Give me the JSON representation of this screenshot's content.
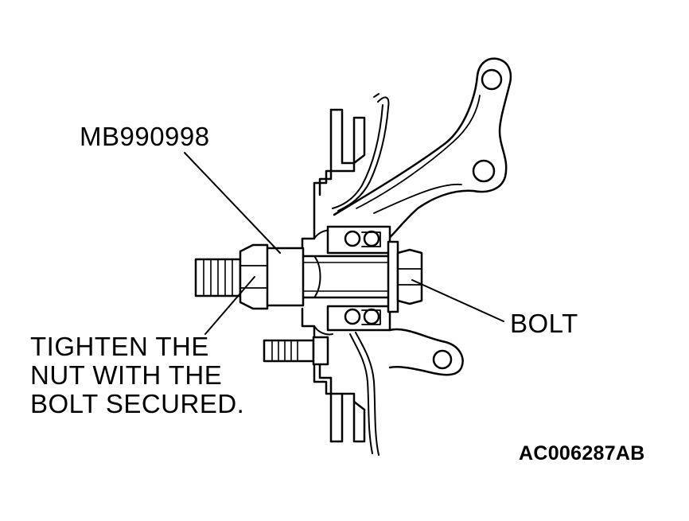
{
  "labels": {
    "tool": "MB990998",
    "bolt": "BOLT",
    "note_lines": [
      "TIGHTEN THE",
      "NUT WITH THE",
      "BOLT SECURED."
    ]
  },
  "figure_code": "AC006287AB",
  "colors": {
    "line": "#000000",
    "background": "#ffffff"
  }
}
